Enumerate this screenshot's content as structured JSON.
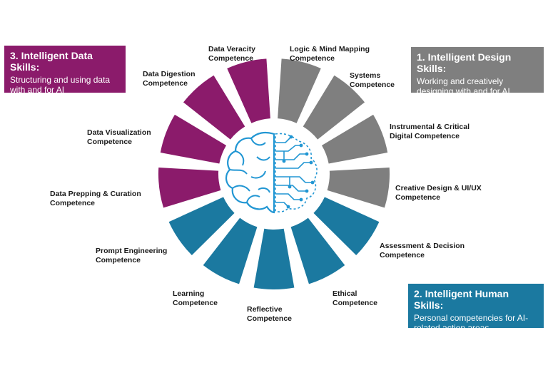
{
  "colors": {
    "data": "#8b1b6b",
    "design": "#7f7f7f",
    "human": "#1b79a0",
    "brain_outline": "#2196d3"
  },
  "boxes": {
    "data": {
      "title": "3. Intelligent Data Skills:",
      "description": "Structuring and using data with and for AI"
    },
    "design": {
      "title": "1. Intelligent Design Skills:",
      "description": "Working and creatively designing with and for AI"
    },
    "human": {
      "title": "2. Intelligent Human Skills:",
      "description": "Personal competencies for AI-related action areas"
    }
  },
  "segments": [
    {
      "group": "design",
      "line1": "Logic & Mind Mapping",
      "line2": "Competence"
    },
    {
      "group": "design",
      "line1": "Systems",
      "line2": "Competence"
    },
    {
      "group": "design",
      "line1": "Instrumental & Critical",
      "line2": "Digital Competence"
    },
    {
      "group": "design",
      "line1": "Creative Design & UI/UX",
      "line2": "Competence"
    },
    {
      "group": "human",
      "line1": "Assessment & Decision",
      "line2": "Competence"
    },
    {
      "group": "human",
      "line1": "Ethical",
      "line2": "Competence"
    },
    {
      "group": "human",
      "line1": "Reflective",
      "line2": "Competence"
    },
    {
      "group": "human",
      "line1": "Learning",
      "line2": "Competence"
    },
    {
      "group": "human",
      "line1": "Prompt Engineering",
      "line2": "Competence"
    },
    {
      "group": "data",
      "line1": "Data Prepping & Curation",
      "line2": "Competence"
    },
    {
      "group": "data",
      "line1": "Data Visualization",
      "line2": "Competence"
    },
    {
      "group": "data",
      "line1": "Data Digestion",
      "line2": "Competence"
    },
    {
      "group": "data",
      "line1": "Data Veracity",
      "line2": "Competence"
    }
  ]
}
